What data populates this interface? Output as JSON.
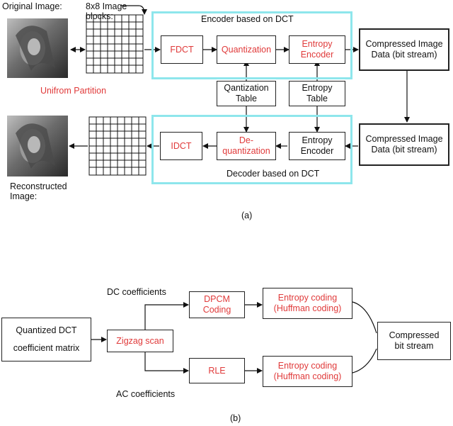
{
  "panel_a": {
    "original_image": "Original Image:",
    "image_blocks": [
      "8x8 Image",
      "blocks:"
    ],
    "unifrom_partition": "Unifrom Partition",
    "encoder_title": "Encoder based on DCT",
    "fdct": "FDCT",
    "quantization": "Quantization",
    "entropy_encoder_top": [
      "Entropy",
      "Encoder"
    ],
    "compressed_top": [
      "Compressed Image",
      "Data (bit stream)"
    ],
    "qtable": [
      "Qantization",
      "Table"
    ],
    "etable": [
      "Entropy",
      "Table"
    ],
    "idct": "IDCT",
    "dequant": [
      "De-",
      "quantization"
    ],
    "entropy_encoder_bottom": [
      "Entropy",
      "Encoder"
    ],
    "compressed_bottom": [
      "Compressed Image",
      "Data (bit stream)"
    ],
    "decoder_title": "Decoder based on DCT",
    "reconstructed": [
      "Reconstructed",
      "Image:"
    ],
    "caption": "(a)"
  },
  "panel_b": {
    "dc_label": "DC  coefficients",
    "ac_label": "AC  coefficients",
    "qdct": [
      "Quantized DCT",
      "coefficient matrix"
    ],
    "zigzag": "Zigzag scan",
    "dpcm": [
      "DPCM",
      "Coding"
    ],
    "rle": "RLE",
    "entropy1": [
      "Entropy coding",
      "(Huffman coding)"
    ],
    "entropy2": [
      "Entropy coding",
      "(Huffman coding)"
    ],
    "compressed": [
      "Compressed",
      "bit stream"
    ],
    "caption": "(b)"
  },
  "colors": {
    "accent_red": "#e03a3a",
    "encoder_frame": "#8ee6ec"
  }
}
